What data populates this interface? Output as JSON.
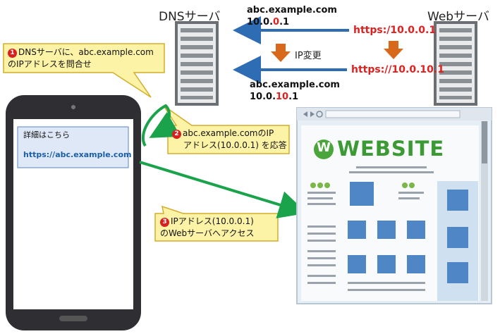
{
  "dns_server": {
    "title": "DNSサーバ"
  },
  "web_server": {
    "title": "Webサーバ"
  },
  "dns_record_old": {
    "domain": "abc.example.com",
    "ip_prefix": "10.0.",
    "ip_highlight": "0",
    "ip_suffix": ".1"
  },
  "dns_record_new": {
    "domain": "abc.example.com",
    "ip_prefix": "10.0.",
    "ip_highlight": "10",
    "ip_suffix": ".1"
  },
  "web_ip_old": "https:/10.0.0.1",
  "web_ip_new": "https://10.0.10.1",
  "ip_change_label": "IP変更",
  "callouts": {
    "step1": {
      "number": "1",
      "line1": "DNSサーバに、abc.example.com",
      "line2": "のIPアドレスを問合せ"
    },
    "step2": {
      "number": "2",
      "line1": "abc.example.comのIP",
      "line2": "アドレス(10.0.0.1) を応答"
    },
    "step3": {
      "number": "3",
      "line1": "IPアドレス(10.0.0.1)",
      "line2": "のWebサーバへアクセス"
    }
  },
  "phone": {
    "note": "詳細はこちら",
    "url": "https://abc.example.com"
  },
  "website": {
    "logo_letter": "W",
    "logo_text": "WEBSITE"
  },
  "colors": {
    "arrow_blue": "#2e6db4",
    "arrow_green": "#1aa34a",
    "arrow_orange": "#d8681a",
    "callout_fill": "#fdf3a7",
    "callout_border": "#d4ad2b",
    "accent_red": "#e0201f"
  }
}
